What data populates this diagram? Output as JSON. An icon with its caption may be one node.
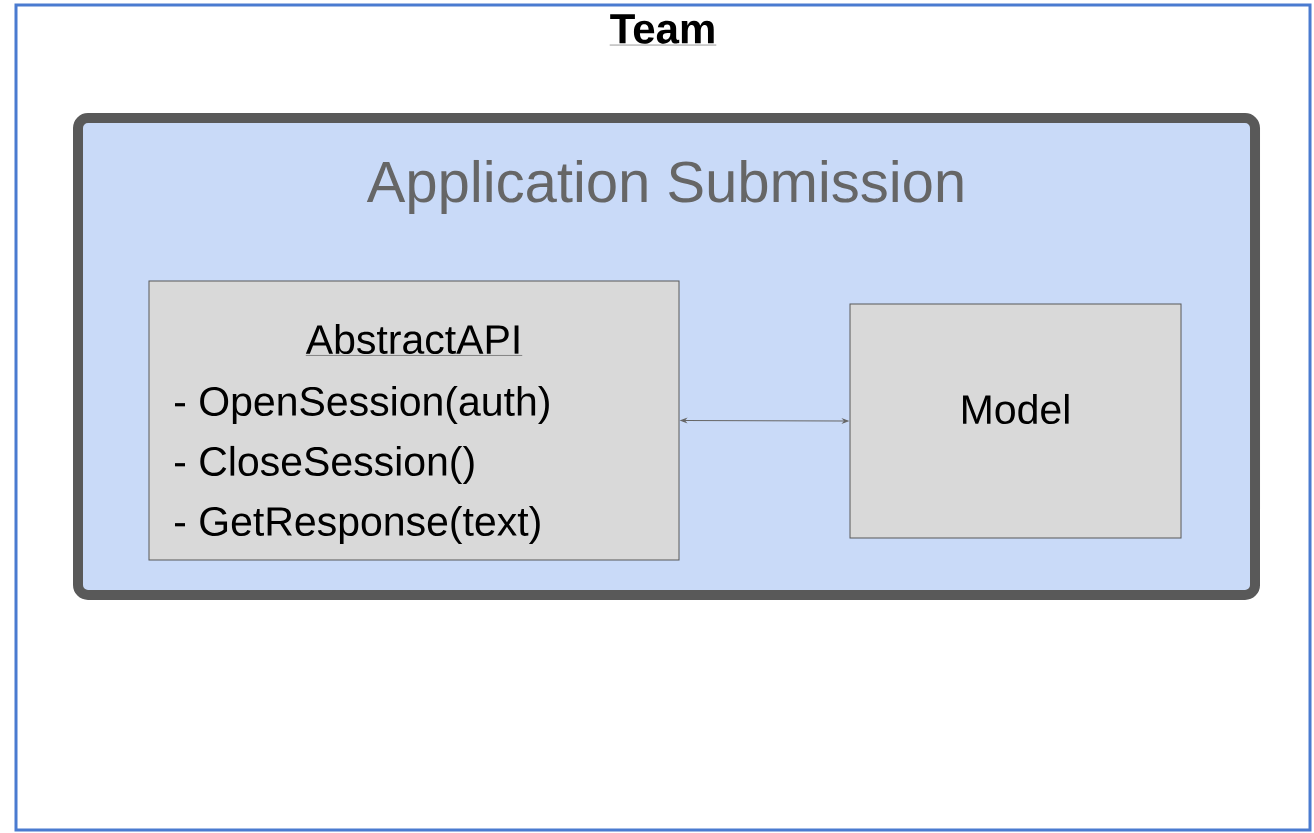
{
  "diagram": {
    "nodes": [
      {
        "text": [
          "Team"
        ]
      },
      {
        "text": [
          "Application Submission"
        ],
        "in": 0
      },
      {
        "text": [
          "AbstractAPI",
          "- OpenSession(auth)",
          "- CloseSession()",
          "- GetResponse(text)"
        ],
        "in": 1
      },
      {
        "text": [
          "Model"
        ],
        "in": 1
      }
    ],
    "edges": [
      {
        "from": 2,
        "to": 3,
        "arrow": "both"
      }
    ]
  }
}
